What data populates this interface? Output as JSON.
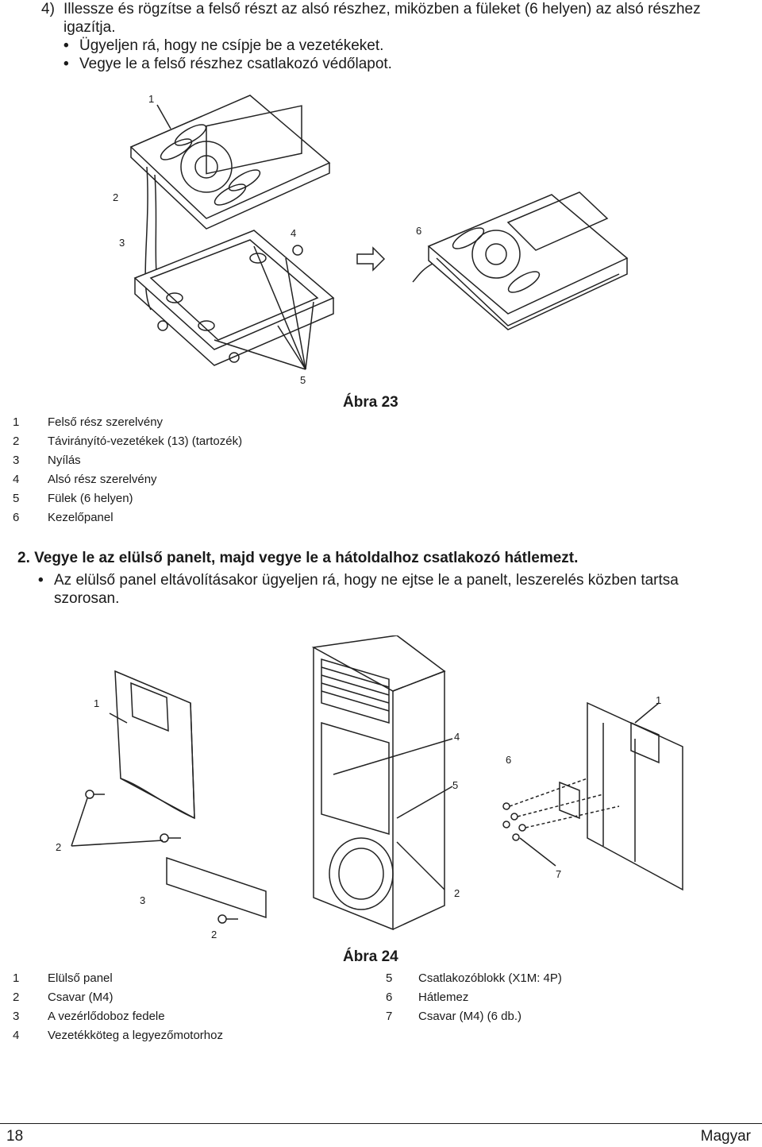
{
  "step4": {
    "number": "4)",
    "text": "Illessze és rögzítse a felső részt az alsó részhez, miközben a füleket (6 helyen) az alsó részhez igazítja.",
    "bullets": [
      "Ügyeljen rá, hogy ne csípje be a vezetékeket.",
      "Vegye le a felső részhez csatlakozó védőlapot."
    ]
  },
  "figure23": {
    "callouts": [
      "1",
      "2",
      "3",
      "4",
      "5",
      "6"
    ],
    "caption": "Ábra 23",
    "legend": [
      {
        "n": "1",
        "text": "Felső rész szerelvény"
      },
      {
        "n": "2",
        "text": "Távirányító-vezetékek (13) (tartozék)"
      },
      {
        "n": "3",
        "text": "Nyílás"
      },
      {
        "n": "4",
        "text": "Alsó rész szerelvény"
      },
      {
        "n": "5",
        "text": "Fülek (6 helyen)"
      },
      {
        "n": "6",
        "text": "Kezelőpanel"
      }
    ]
  },
  "step2": {
    "heading": "2.  Vegye le az elülső panelt, majd vegye le a hátoldalhoz csatlakozó hátlemezt.",
    "bullet": "Az elülső panel eltávolításakor ügyeljen rá, hogy ne ejtse le a panelt, leszerelés közben tartsa szorosan."
  },
  "figure24": {
    "callouts": {
      "a": "1",
      "b": "1",
      "c": "4",
      "d": "6",
      "e": "5",
      "f": "2",
      "g": "7",
      "h": "3",
      "i": "2",
      "j": "2"
    },
    "caption": "Ábra 24",
    "legend_left": [
      {
        "n": "1",
        "text": "Elülső panel"
      },
      {
        "n": "2",
        "text": "Csavar (M4)"
      },
      {
        "n": "3",
        "text": "A vezérlődoboz fedele"
      },
      {
        "n": "4",
        "text": "Vezetékköteg a legyezőmotorhoz"
      }
    ],
    "legend_right": [
      {
        "n": "5",
        "text": "Csatlakozóblokk (X1M: 4P)"
      },
      {
        "n": "6",
        "text": "Hátlemez"
      },
      {
        "n": "7",
        "text": "Csavar (M4) (6 db.)"
      }
    ]
  },
  "footer": {
    "page": "18",
    "language": "Magyar"
  }
}
